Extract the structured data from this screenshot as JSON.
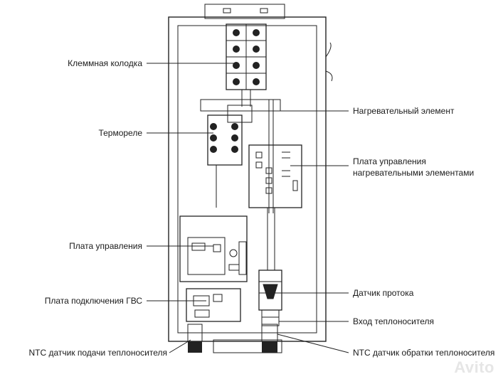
{
  "labels": {
    "terminal_block": "Клеммная колодка",
    "heating_element": "Нагревательный элемент",
    "thermal_relay": "Термореле",
    "heating_control_line1": "Плата управления",
    "heating_control_line2": "нагревательными элементами",
    "control_board": "Плата управления",
    "flow_sensor": "Датчик протока",
    "dhw_board": "Плата подключения ГВС",
    "coolant_inlet": "Вход теплоносителя",
    "ntc_supply": "NTC датчик подачи теплоносителя",
    "ntc_return": "NTC датчик обратки теплоносителя"
  },
  "watermark": {
    "text": "Avito"
  },
  "colors": {
    "line": "#222222",
    "text": "#1a1a1a",
    "watermark": "#e6e6e6"
  }
}
